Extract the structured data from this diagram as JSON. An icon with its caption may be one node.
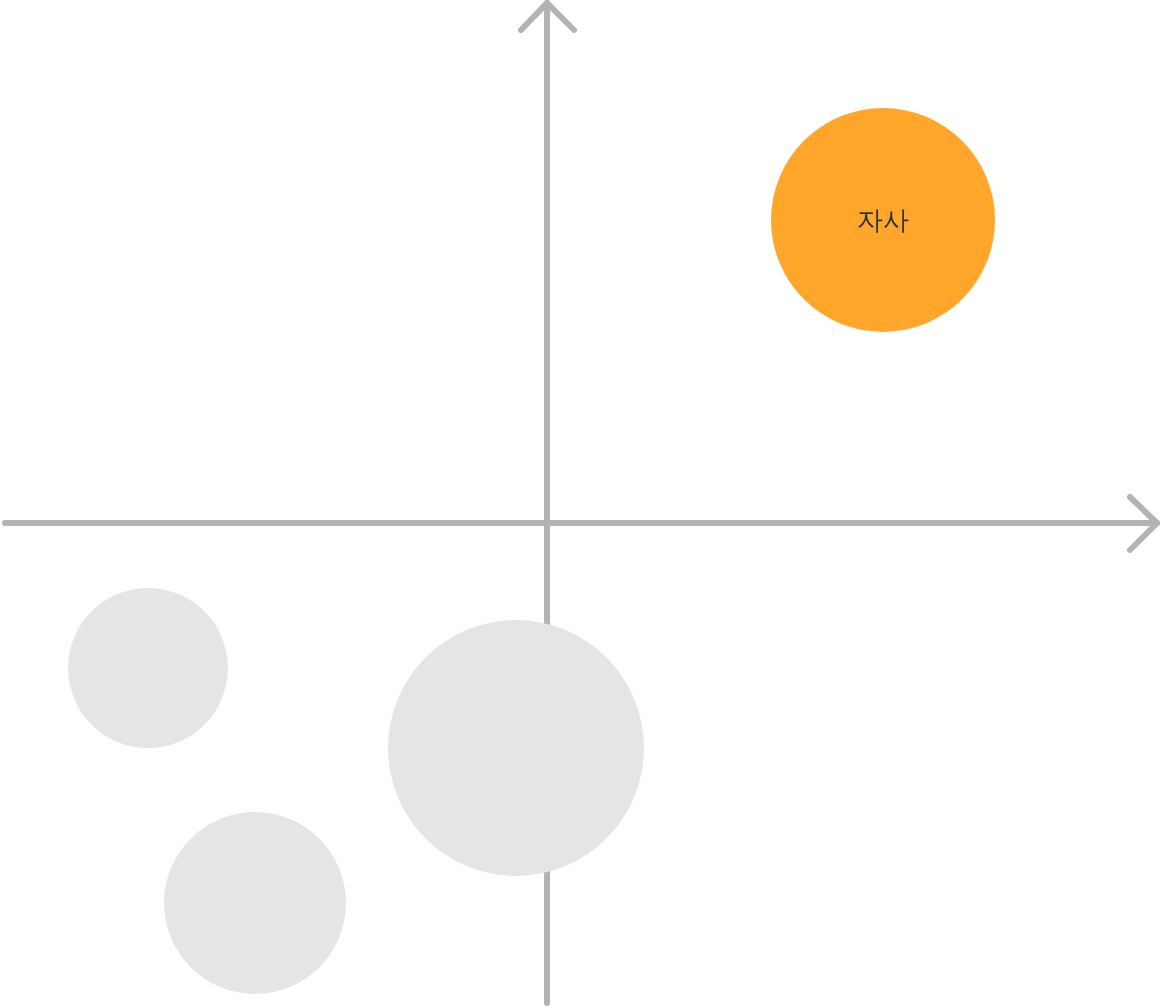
{
  "diagram": {
    "nodes": [
      {
        "text": [
          "자사"
        ]
      },
      {
        "text": [],
        "shape": "circle"
      },
      {
        "text": [],
        "shape": "circle"
      },
      {
        "text": [],
        "shape": "circle"
      }
    ]
  }
}
